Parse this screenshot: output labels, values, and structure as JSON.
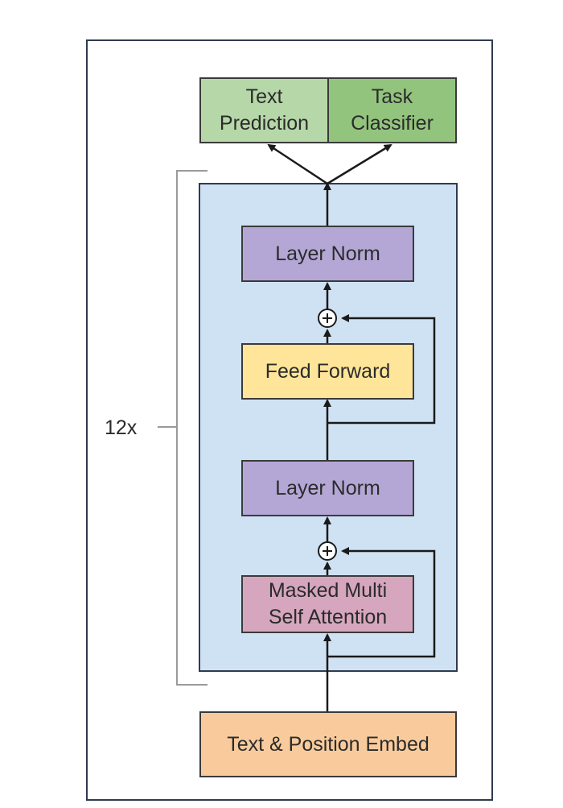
{
  "output_heads": {
    "text_prediction_label": "Text\nPrediction",
    "task_classifier_label": "Task\nClassifier"
  },
  "transformer_block": {
    "repeat_label": "12x",
    "layer_norm_top_label": "Layer Norm",
    "feed_forward_label": "Feed Forward",
    "layer_norm_bottom_label": "Layer Norm",
    "masked_attention_label": "Masked Multi\nSelf Attention",
    "residual_add_symbol": "+"
  },
  "input": {
    "embed_label": "Text & Position Embed"
  },
  "colors": {
    "frame_border": "#2f3b4f",
    "block_fill": "#cfe2f3",
    "text_prediction_fill": "#b6d7a8",
    "task_classifier_fill": "#93c47d",
    "layer_norm_fill": "#b4a7d6",
    "feed_forward_fill": "#ffe599",
    "masked_attention_fill": "#d5a6bd",
    "embed_fill": "#f9cb9c",
    "line": "#1a1a1a",
    "bracket": "#9a9a9a"
  }
}
